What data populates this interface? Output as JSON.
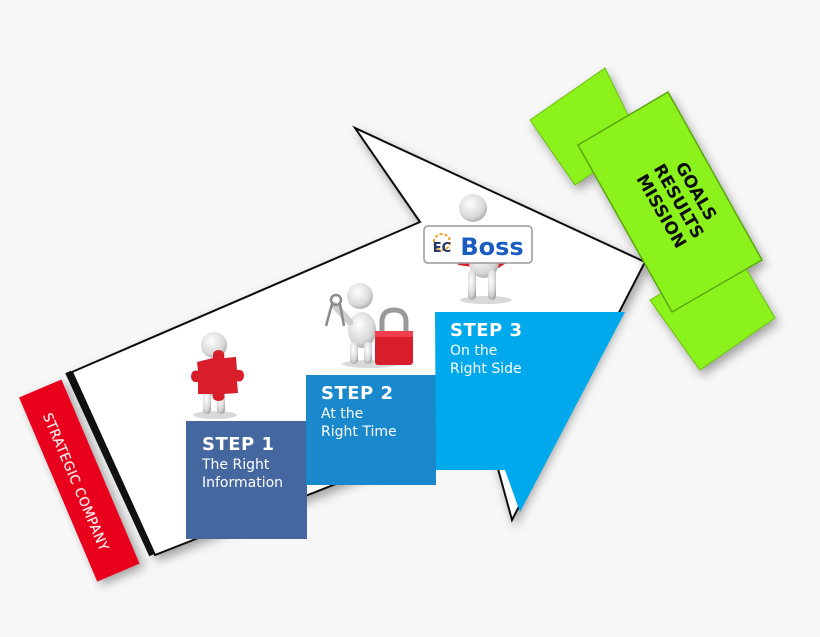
{
  "colors": {
    "background": "#f7f7f7",
    "arrow_fill": "#ffffff",
    "arrow_stroke": "#111111",
    "tag_red": "#e8001c",
    "step1": "#44679f",
    "step2": "#1a88cc",
    "step3": "#00a8ec",
    "ribbon_green": "#8bf21a",
    "puzzle_red": "#d81e2a"
  },
  "tag": {
    "text": "STRATEGIC COMPANY"
  },
  "steps": [
    {
      "title": "STEP 1",
      "line1": "The Right",
      "line2": "Information"
    },
    {
      "title": "STEP 2",
      "line1": "At the",
      "line2": "Right Time"
    },
    {
      "title": "STEP 3",
      "line1": "On the",
      "line2": "Right Side"
    }
  ],
  "ribbon": {
    "line1": "GOALS",
    "line2": "RESULTS",
    "line3": "MISSION"
  },
  "sign": {
    "logo_prefix": "EC",
    "logo_name": "Boss"
  },
  "figures": [
    {
      "name": "figure-with-puzzle-piece",
      "icon": "puzzle-icon"
    },
    {
      "name": "figure-with-keys-and-lock",
      "icon": "padlock-icon"
    },
    {
      "name": "figure-holding-sign",
      "icon": "sign-icon"
    }
  ]
}
